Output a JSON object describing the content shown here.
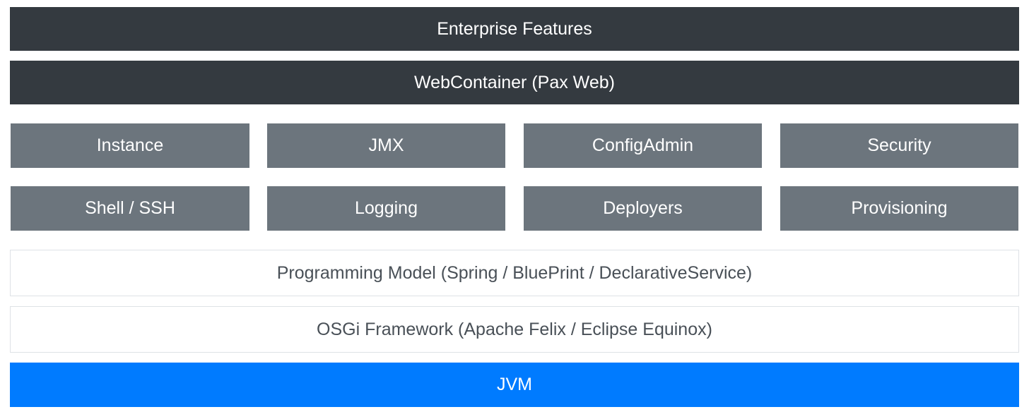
{
  "layers": {
    "enterprise_features": "Enterprise Features",
    "web_container": "WebContainer (Pax Web)",
    "modules_row1": [
      "Instance",
      "JMX",
      "ConfigAdmin",
      "Security"
    ],
    "modules_row2": [
      "Shell / SSH",
      "Logging",
      "Deployers",
      "Provisioning"
    ],
    "programming_model": "Programming Model (Spring / BluePrint / DeclarativeService)",
    "osgi_framework": "OSGi Framework (Apache Felix / Eclipse Equinox)",
    "jvm": "JVM"
  },
  "colors": {
    "dark": "#343a40",
    "gray": "#6c757d",
    "light_text": "#495057",
    "light_border": "#dee2e6",
    "primary": "#007bff"
  }
}
